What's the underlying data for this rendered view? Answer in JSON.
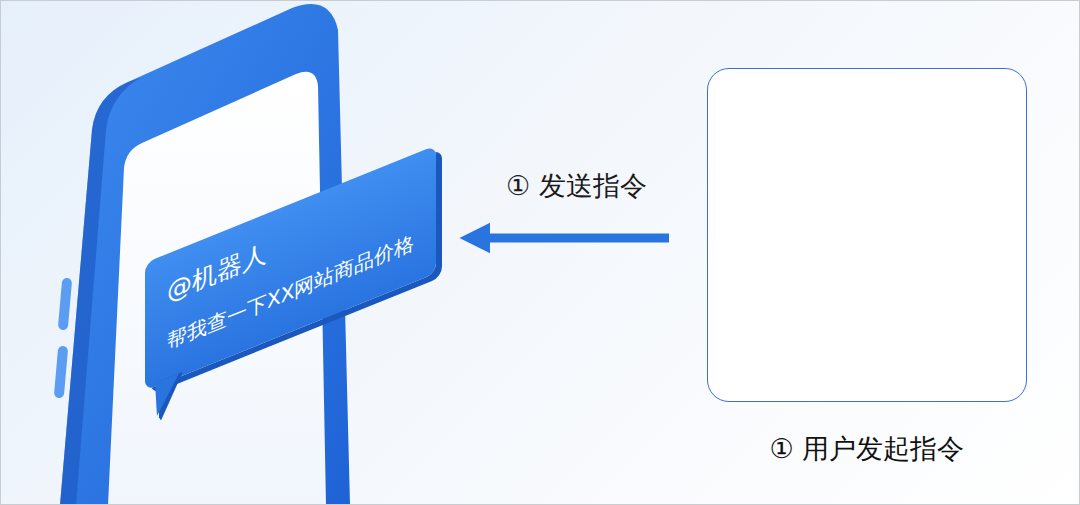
{
  "diagram": {
    "nodes": [
      {
        "text": [
          "@机器人",
          "帮我查一下XX网站商品价格"
        ]
      },
      {
        "text": [
          "① 用户发起指令"
        ]
      }
    ],
    "edges": [
      {
        "from": 1,
        "to": 0,
        "arrow": "to",
        "label": "① 发送指令"
      }
    ]
  }
}
